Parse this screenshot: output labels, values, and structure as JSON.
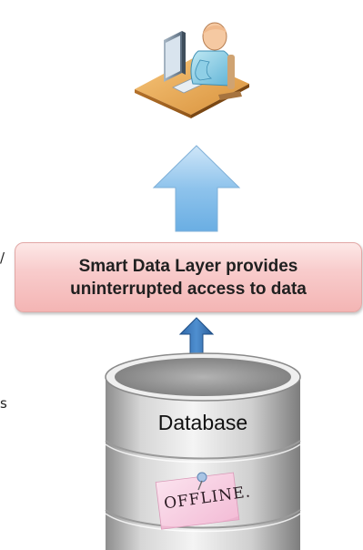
{
  "edge_marks": {
    "top": "/",
    "bottom": "s"
  },
  "layer_box": {
    "line1": "Smart Data Layer provides",
    "line2": "uninterrupted access to data"
  },
  "database": {
    "label": "Database",
    "note": "OFFLINE."
  },
  "icons": {
    "user": "user-at-desk-icon",
    "up_arrow": "up-arrow-icon",
    "double_arrow": "vertical-double-arrow-icon",
    "database": "database-cylinder-icon",
    "sticky_note": "sticky-note-icon"
  },
  "colors": {
    "arrow_blue": "#79b7e6",
    "double_arrow_blue": "#3b76b8",
    "layer_pink": "#f6c2c1",
    "note_pink": "#f9d3e3",
    "db_gray": "#c9c9c9"
  }
}
